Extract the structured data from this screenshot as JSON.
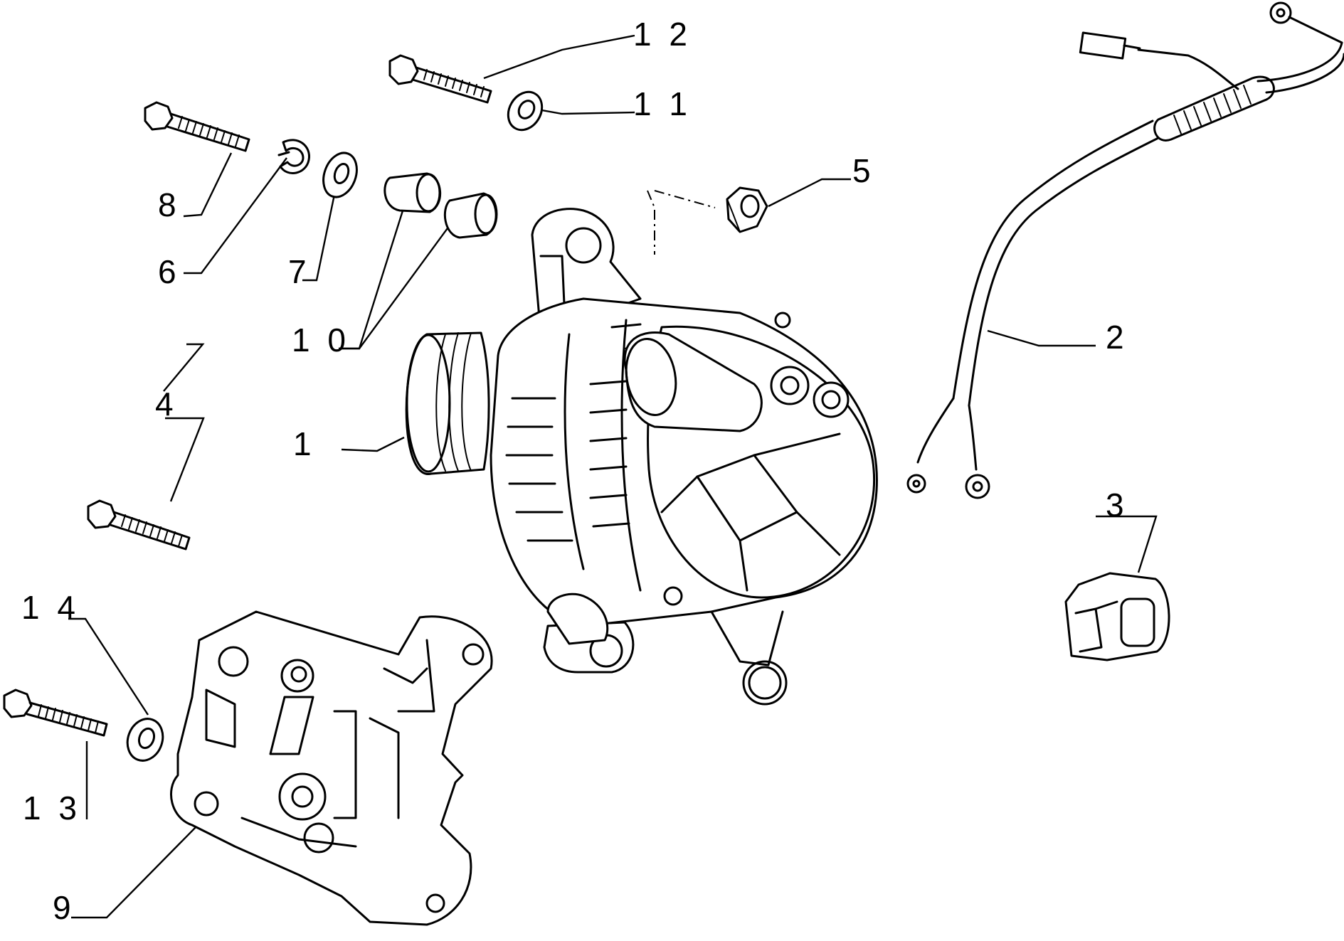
{
  "callouts": [
    {
      "id": "c1",
      "text": "1"
    },
    {
      "id": "c2",
      "text": "2"
    },
    {
      "id": "c3",
      "text": "3"
    },
    {
      "id": "c4",
      "text": "4"
    },
    {
      "id": "c5",
      "text": "5"
    },
    {
      "id": "c6",
      "text": "6"
    },
    {
      "id": "c7",
      "text": "7"
    },
    {
      "id": "c8",
      "text": "8"
    },
    {
      "id": "c9",
      "text": "9"
    },
    {
      "id": "c10",
      "text": "1 0"
    },
    {
      "id": "c11",
      "text": "1 1"
    },
    {
      "id": "c12",
      "text": "1 2"
    },
    {
      "id": "c13",
      "text": "1 3"
    },
    {
      "id": "c14",
      "text": "1 4"
    }
  ],
  "colors": {
    "ink": "#000000",
    "paper": "#ffffff"
  }
}
